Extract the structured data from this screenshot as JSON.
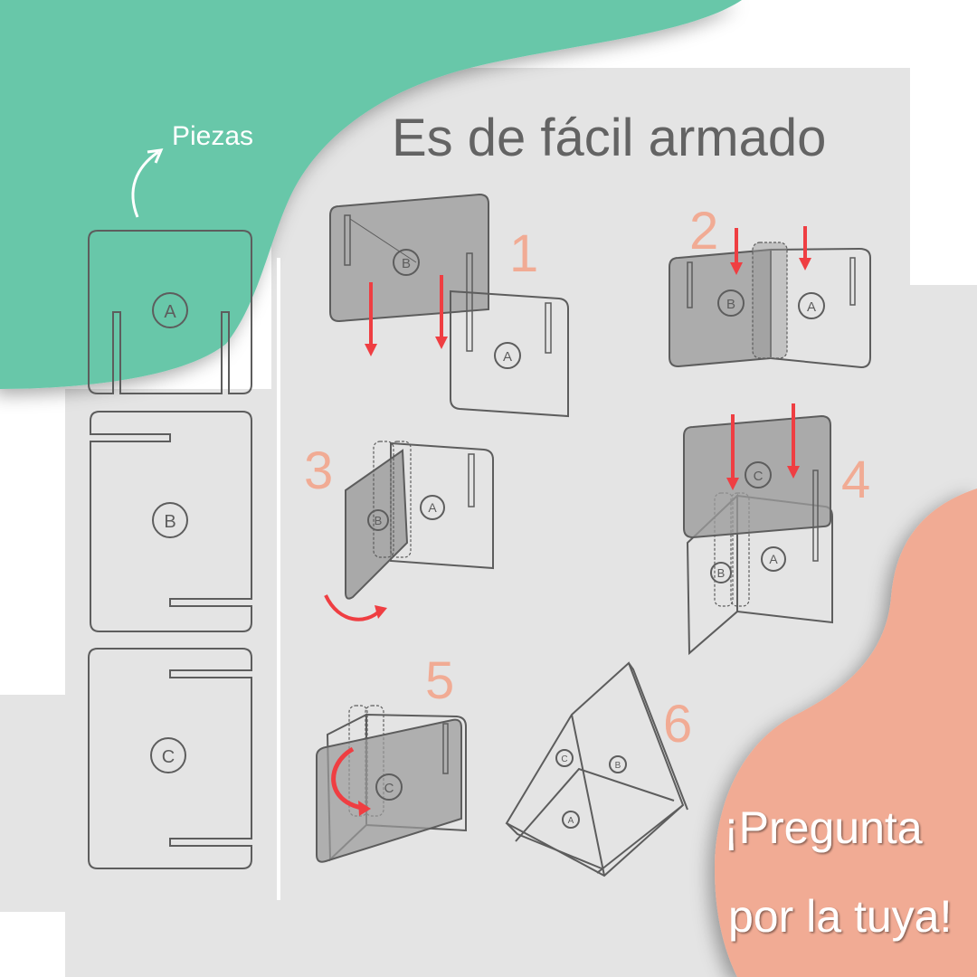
{
  "title": "Es de fácil armado",
  "pieces": {
    "label": "Piezas",
    "items": [
      {
        "letter": "A"
      },
      {
        "letter": "B"
      },
      {
        "letter": "C"
      }
    ]
  },
  "steps": [
    {
      "number": "1",
      "parts": [
        "B",
        "A"
      ]
    },
    {
      "number": "2",
      "parts": [
        "B",
        "A"
      ]
    },
    {
      "number": "3",
      "parts": [
        "B",
        "A"
      ]
    },
    {
      "number": "4",
      "parts": [
        "C",
        "B",
        "A"
      ]
    },
    {
      "number": "5",
      "parts": [
        "C"
      ]
    },
    {
      "number": "6",
      "parts": [
        "C",
        "B",
        "A"
      ]
    }
  ],
  "cta": {
    "line1": "¡Pregunta",
    "line2": "por la tuya!"
  },
  "colors": {
    "green": "#68c7a9",
    "salmon": "#f1ab94",
    "panel": "#e4e4e4",
    "outline": "#5d5d5d",
    "arrow": "#ef3e42",
    "number": "#f1ab94",
    "title": "#636363"
  }
}
